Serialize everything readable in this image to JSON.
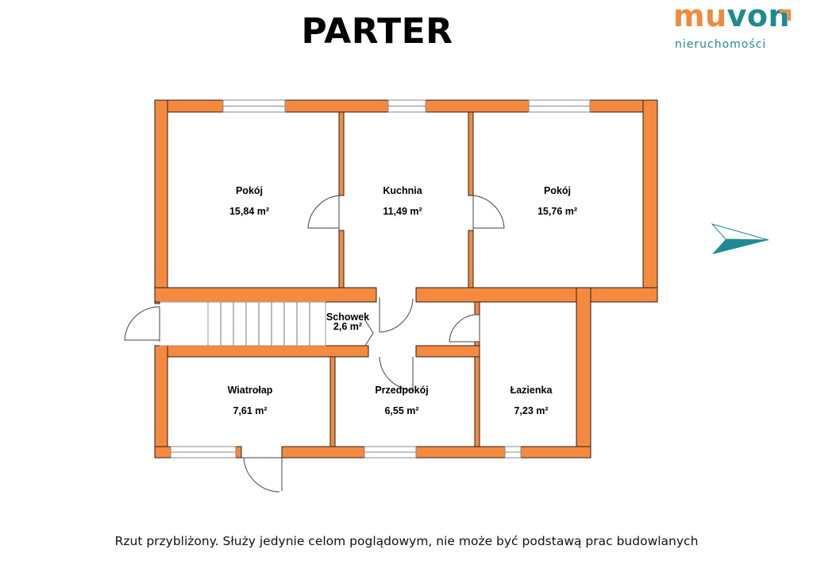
{
  "title": "PARTER",
  "logo": {
    "brand_mu": "mu",
    "brand_von": "von",
    "tagline": "nieruchomości",
    "colors": {
      "orange": "#f08a3c",
      "teal": "#1e8a93"
    }
  },
  "rooms": [
    {
      "name": "Pokój",
      "area": "15,84 m²"
    },
    {
      "name": "Kuchnia",
      "area": "11,49 m²"
    },
    {
      "name": "Pokój",
      "area": "15,76 m²"
    },
    {
      "name": "Schowek",
      "area": "2,6 m²"
    },
    {
      "name": "Wiatrołap",
      "area": "7,61 m²"
    },
    {
      "name": "Przedpokój",
      "area": "6,55 m²"
    },
    {
      "name": "Łazienka",
      "area": "7,23 m²"
    }
  ],
  "colors": {
    "wall": "#f58a3f",
    "wall_outline": "#222222",
    "background": "#ffffff"
  },
  "compass_icon": "compass-arrow-icon",
  "footer_note": "Rzut przybliżony. Służy jedynie celom poglądowym, nie może być podstawą prac budowlanych"
}
